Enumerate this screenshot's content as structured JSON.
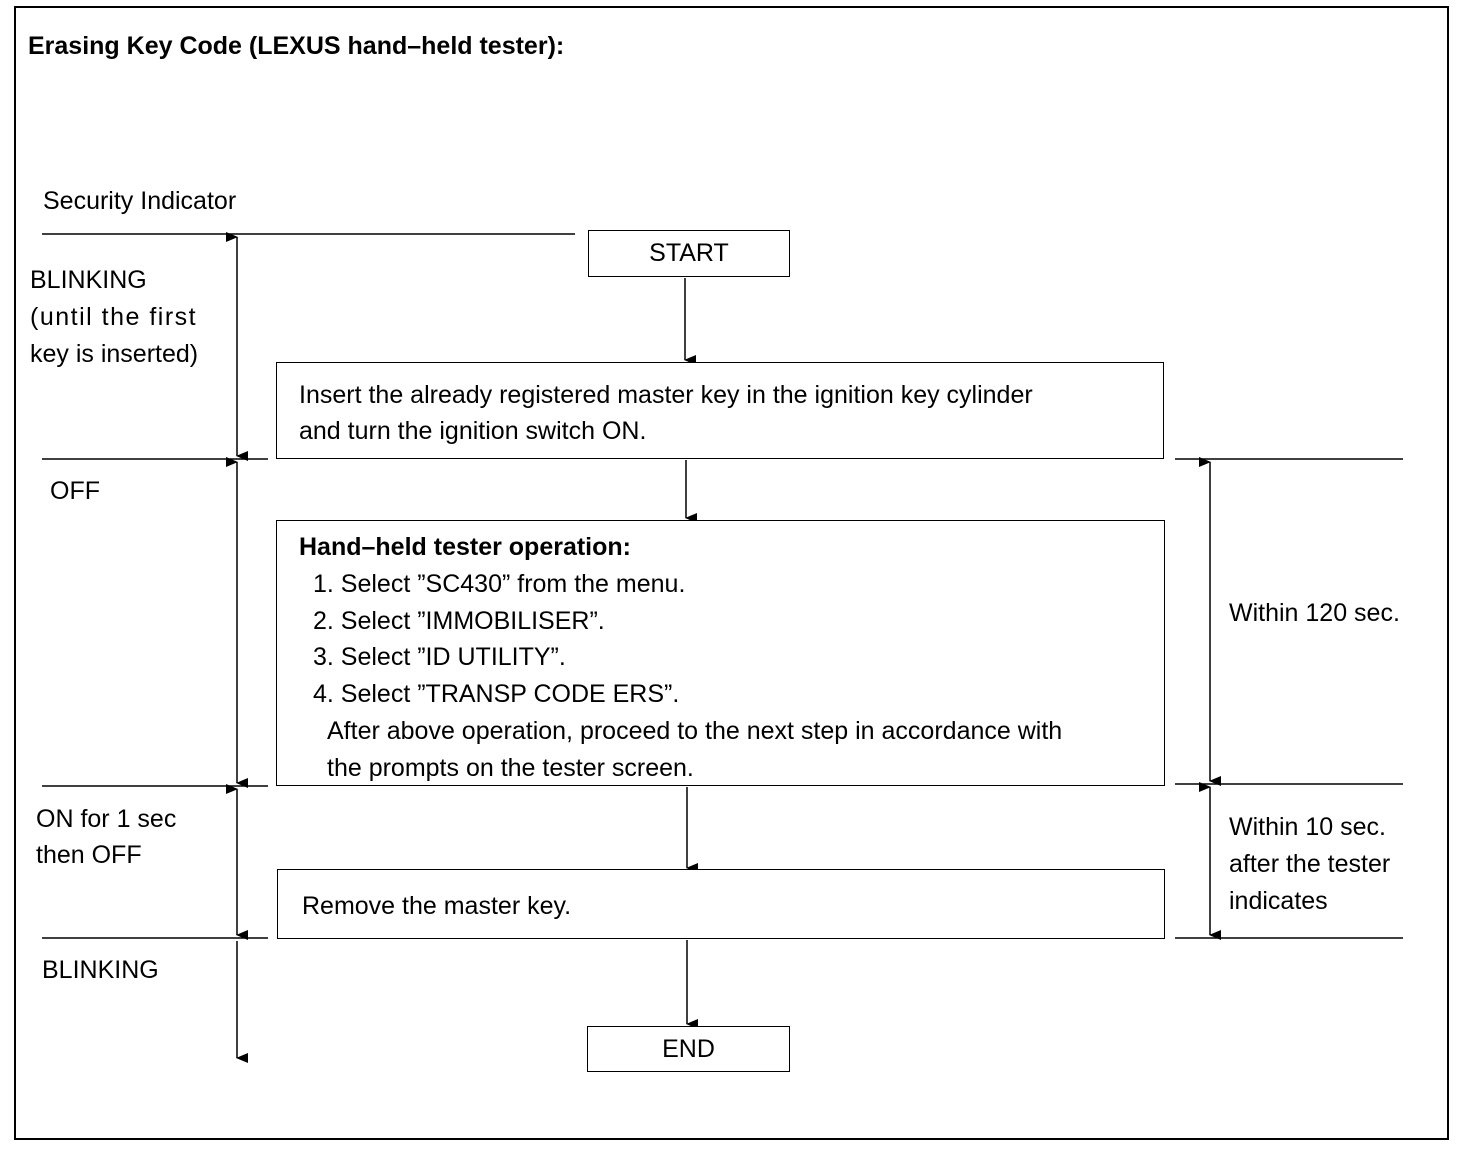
{
  "title": "Erasing Key Code (LEXUS hand–held tester):",
  "left_column": {
    "header": "Security Indicator",
    "blinking_1": "BLINKING",
    "blinking_1_note_line1": "(until the first",
    "blinking_1_note_line2": "key is inserted)",
    "off": "OFF",
    "on_line1": "ON for 1 sec",
    "on_line2": "then OFF",
    "blinking_2": "BLINKING"
  },
  "flow": {
    "start": "START",
    "step1_line1": "Insert the already registered master key in the ignition key cylinder",
    "step1_line2": "and turn the ignition switch ON.",
    "step2_heading": "Hand–held tester operation:",
    "step2_items": [
      "1. Select ”SC430” from the menu.",
      "2. Select ”IMMOBILISER”.",
      "3. Select ”ID UTILITY”.",
      "4. Select ”TRANSP CODE ERS”."
    ],
    "step2_note_line1": "After above operation, proceed to the next step in accordance with",
    "step2_note_line2": "the prompts on the tester screen.",
    "step3": "Remove the master key.",
    "end": "END"
  },
  "right_column": {
    "timing_1": "Within 120 sec.",
    "timing_2_line1": "Within 10 sec.",
    "timing_2_line2": "after the tester",
    "timing_2_line3": "indicates"
  }
}
